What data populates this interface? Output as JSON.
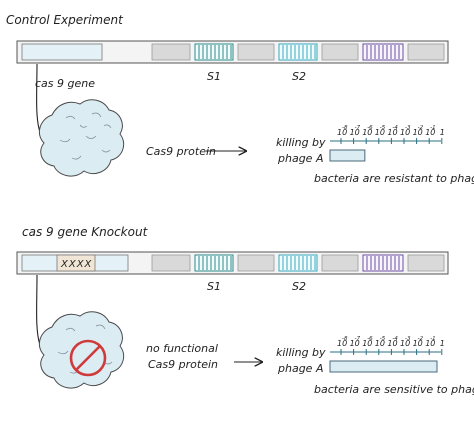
{
  "control": {
    "title": "Control Experiment",
    "gene_label": "cas 9 gene",
    "spacer1": "S1",
    "spacer2": "S2",
    "protein_label": "Cas9 protein",
    "assay_label_line1": "killing by",
    "assay_label_line2": "phage A",
    "result": "bacteria are resistant to phage",
    "bar_fraction": 0.35
  },
  "knockout": {
    "title": "cas 9 gene Knockout",
    "knockout_marker": "XXXX",
    "spacer1": "S1",
    "spacer2": "S2",
    "protein_line1": "no functional",
    "protein_line2": "Cas9 protein",
    "assay_label_line1": "killing by",
    "assay_label_line2": "phage A",
    "result": "bacteria are sensitive to phage",
    "bar_fraction": 1.0
  },
  "scale": {
    "base": "10",
    "exponents": [
      "-8",
      "-7",
      "-6",
      "-5",
      "-4",
      "-3",
      "-2",
      "-1"
    ],
    "last": "1"
  },
  "colors": {
    "cell_fill": "#dbecf3",
    "teal": "#2a8a8a",
    "cyan": "#36a9be",
    "purple": "#6b4fa3",
    "grey_block": "#d9d9d9",
    "knockout_fill": "#f1e6d6",
    "no_sign": "#cf3b3b"
  }
}
